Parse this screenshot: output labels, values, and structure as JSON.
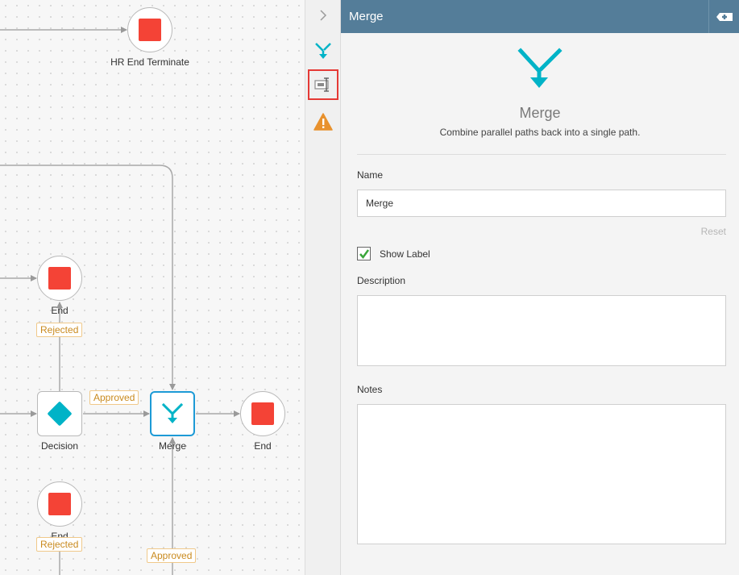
{
  "canvas": {
    "nodes": {
      "hr_end_terminate": "HR End Terminate",
      "end_top": "End",
      "decision": "Decision",
      "merge": "Merge",
      "end_right": "End",
      "end_bottom": "End"
    },
    "edge_labels": {
      "rejected_top": "Rejected",
      "approved_right": "Approved",
      "rejected_bottom": "Rejected",
      "approved_bottom": "Approved"
    }
  },
  "rail": {
    "icons": [
      "merge-icon",
      "label-edit-icon",
      "warning-icon"
    ],
    "active": "label-edit-icon"
  },
  "panel": {
    "header_title": "Merge",
    "hero_title": "Merge",
    "hero_description": "Combine parallel paths back into a single path.",
    "name_label": "Name",
    "name_value": "Merge",
    "reset_label": "Reset",
    "show_label_text": "Show Label",
    "show_label_checked": true,
    "description_label": "Description",
    "description_value": "",
    "notes_label": "Notes",
    "notes_value": ""
  },
  "colors": {
    "header": "#547d99",
    "stop": "#f44336",
    "accent": "#00b3c7",
    "edge_label": "#c98a1e"
  }
}
